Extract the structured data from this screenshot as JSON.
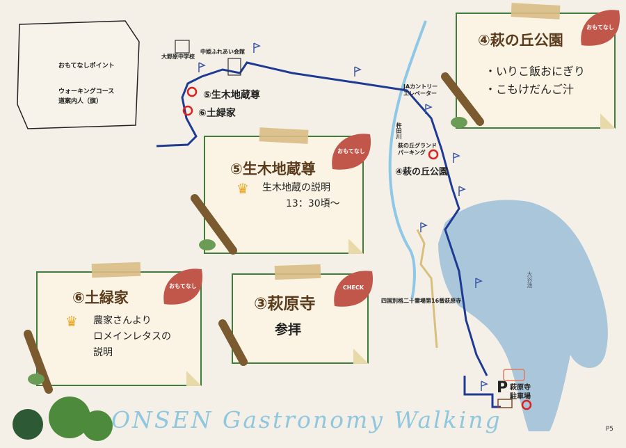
{
  "legend": {
    "hospitality_point": "おもてなしポイント",
    "guide_flag_line1": "ウォーキングコース",
    "guide_flag_line2": "道案内人（旗）"
  },
  "map_labels": {
    "school": "大野原中学校",
    "hall": "中姫ふれあい会館",
    "ja": "JAカントリー\nエレベーター",
    "river": "杵田川",
    "parking_hill": "萩の丘グランド\nパーキング",
    "temple_route": "四国別格二十霊場第16番萩原寺",
    "pond": "大谷池",
    "temple_parking": "萩原寺\n駐車場",
    "parking_symbol": "P"
  },
  "points": {
    "p5": "⑤生木地蔵尊",
    "p6": "⑥土緑家",
    "p4": "④萩の丘公園"
  },
  "cards": {
    "c4": {
      "title": "④萩の丘公園",
      "badge": "おもてなし",
      "items": [
        "・いりこ飯おにぎり",
        "・こもけだんご汁"
      ]
    },
    "c5": {
      "title": "⑤生木地蔵尊",
      "badge": "おもてなし",
      "rank": "1",
      "line1": "生木地蔵の説明",
      "line2": "13：30頃～"
    },
    "c6": {
      "title": "⑥土緑家",
      "badge": "おもてなし",
      "rank": "1",
      "line1": "農家さんより",
      "line2": "ロメインレタスの",
      "line3": "説明"
    },
    "c3": {
      "title": "③萩原寺",
      "badge": "CHECK",
      "body": "参拝"
    }
  },
  "footer": "ONSEN  Gastronomy Walking",
  "page_number": "P5",
  "colors": {
    "route": "#1f3a93",
    "pin": "#e0201c",
    "card_border": "#3f7d3c",
    "leaf": "#c0574a",
    "lake": "#a9c6da",
    "river": "#8fc7e6"
  }
}
